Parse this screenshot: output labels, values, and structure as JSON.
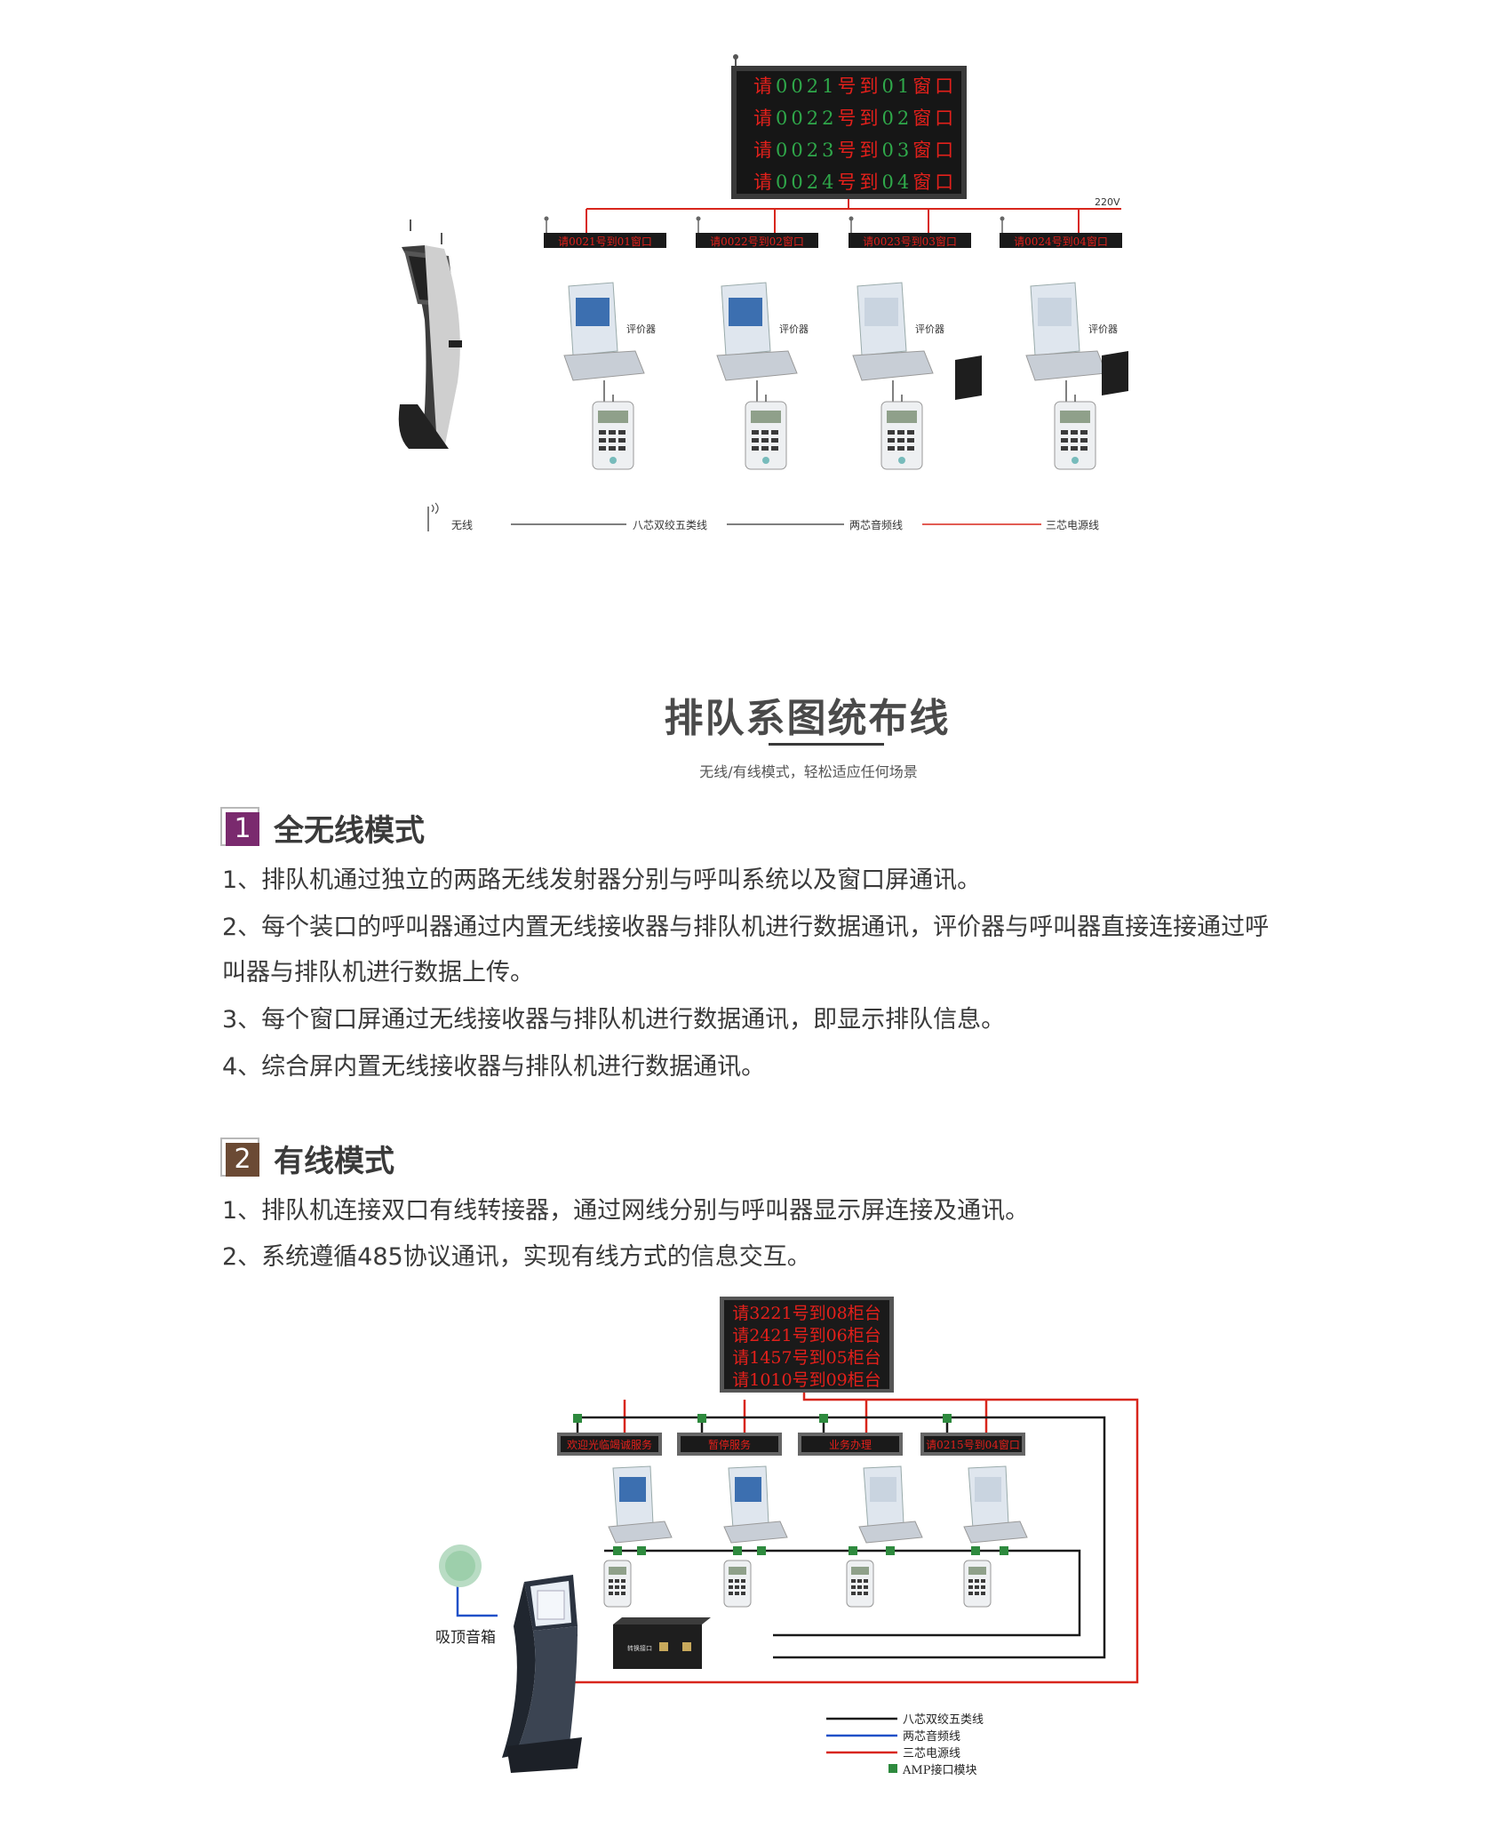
{
  "top_diagram": {
    "main_screen_lines": [
      {
        "a": "请",
        "num": "0021",
        "b": "号到",
        "win": "01",
        "c": "窗口"
      },
      {
        "a": "请",
        "num": "0022",
        "b": "号到",
        "win": "02",
        "c": "窗口"
      },
      {
        "a": "请",
        "num": "0023",
        "b": "号到",
        "win": "03",
        "c": "窗口"
      },
      {
        "a": "请",
        "num": "0024",
        "b": "号到",
        "win": "04",
        "c": "窗口"
      }
    ],
    "voltage": "220V",
    "window_screens": [
      "请0021号到01窗口",
      "请0022号到02窗口",
      "请0023号到03窗口",
      "请0024号到04窗口"
    ],
    "evaluator_label": "评价器",
    "legend": {
      "wireless": "无线",
      "cat5": "八芯双绞五类线",
      "audio": "两芯音频线",
      "power": "三芯电源线"
    }
  },
  "title": {
    "main": "排队系图统布线",
    "subtitle": "无线/有线模式，轻松适应任何场景"
  },
  "section1": {
    "number": "1",
    "title": "全无线模式",
    "items": [
      "1、排队机通过独立的两路无线发射器分别与呼叫系统以及窗口屏通讯。",
      "2、每个装口的呼叫器通过内置无线接收器与排队机进行数据通讯，评价器与呼叫器直接连接通过呼",
      "叫器与排队机进行数据上传。",
      "3、每个窗口屏通过无线接收器与排队机进行数据通讯，即显示排队信息。",
      "4、综合屏内置无线接收器与排队机进行数据通讯。"
    ]
  },
  "section2": {
    "number": "2",
    "title": "有线模式",
    "items": [
      "1、排队机连接双口有线转接器，通过网线分别与呼叫器显示屏连接及通讯。",
      "2、系统遵循485协议通讯，实现有线方式的信息交互。"
    ]
  },
  "bottom_diagram": {
    "main_screen_lines": [
      "请3221号到08柜台",
      "请2421号到06柜台",
      "请1457号到05柜台",
      "请1010号到09柜台"
    ],
    "window_screens": [
      "欢迎光临竭诚服务",
      "暂停服务",
      "业务办理",
      "请0215号到04窗口"
    ],
    "speaker_label": "吸顶音箱",
    "switch_label": "转换接口",
    "legend": [
      {
        "label": "八芯双绞五类线",
        "color": "#1a1a1a"
      },
      {
        "label": "两芯音频线",
        "color": "#2050c8"
      },
      {
        "label": "三芯电源线",
        "color": "#d8261c"
      },
      {
        "label": "AMP接口模块",
        "color": "#2e8a3e"
      }
    ]
  },
  "colors": {
    "led_red": "#e3201b",
    "led_green": "#2fa84a",
    "section_num": "#7a2a6e",
    "section_num2": "#6b4a34",
    "wire_red": "#d8261c",
    "wire_black": "#1a1a1a",
    "amp_green": "#2e8a3e"
  }
}
